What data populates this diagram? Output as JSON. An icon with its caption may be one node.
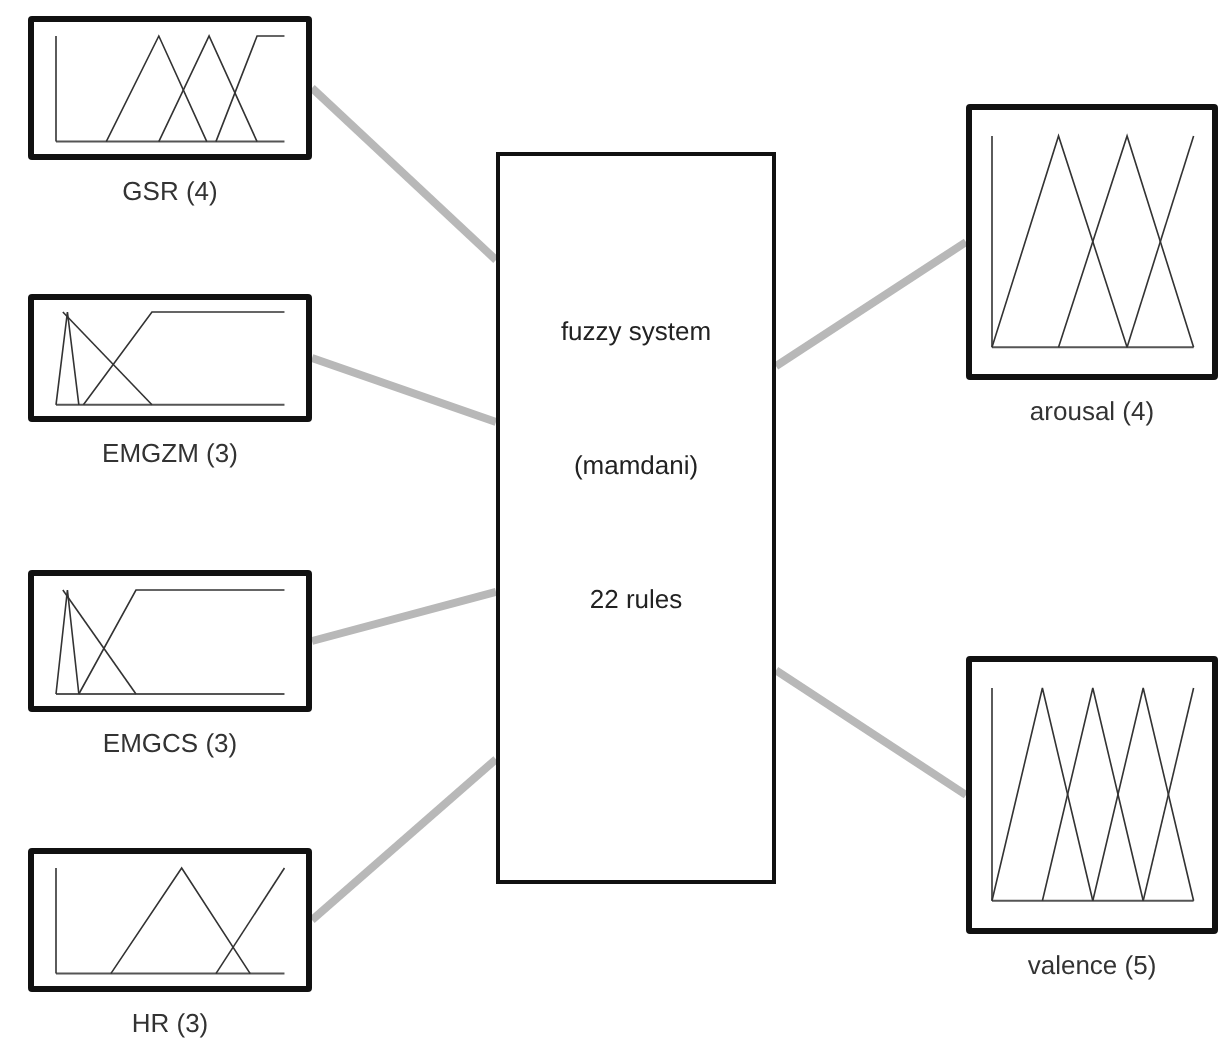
{
  "diagram": {
    "nodes": [
      {
        "text": [
          "GSR (4)"
        ]
      },
      {
        "text": [
          "EMGZM (3)"
        ]
      },
      {
        "text": [
          "EMGCS (3)"
        ]
      },
      {
        "text": [
          "HR (3)"
        ]
      },
      {
        "text": [
          "fuzzy system",
          "(mamdani)",
          "22 rules"
        ]
      },
      {
        "text": [
          "arousal (4)"
        ]
      },
      {
        "text": [
          "valence (5)"
        ]
      }
    ],
    "edges": [
      {
        "from": 0,
        "to": 4,
        "arrow": "none"
      },
      {
        "from": 1,
        "to": 4,
        "arrow": "none"
      },
      {
        "from": 2,
        "to": 4,
        "arrow": "none"
      },
      {
        "from": 3,
        "to": 4,
        "arrow": "none"
      },
      {
        "from": 4,
        "to": 5,
        "arrow": "none"
      },
      {
        "from": 4,
        "to": 6,
        "arrow": "none"
      }
    ]
  }
}
